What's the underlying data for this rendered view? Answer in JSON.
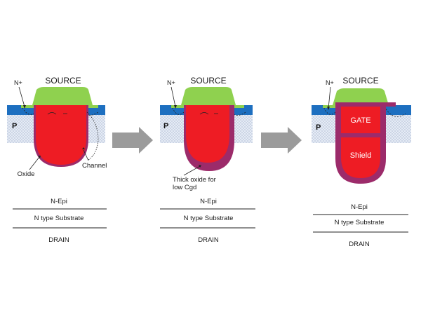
{
  "colors": {
    "source_metal": "#8fd14f",
    "gate_poly": "#ee1c24",
    "gate_outline": "#b1141c",
    "oxide": "#9c2b6a",
    "n_plus": "#1d6fc0",
    "p_body": "#dbe4f2",
    "arrow": "#9b9b9b",
    "line": "#222222"
  },
  "panels": [
    {
      "source_label": "SOURCE",
      "nplus_label": "N+",
      "body_label": "P",
      "callouts": [
        "Oxide",
        "Channel"
      ],
      "layers": [
        "N-Epi",
        "N type Substrate",
        "DRAIN"
      ]
    },
    {
      "source_label": "SOURCE",
      "nplus_label": "N+",
      "body_label": "P",
      "note_lines": [
        "Thick oxide for",
        "low Cgd"
      ],
      "layers": [
        "N-Epi",
        "N type Substrate",
        "DRAIN"
      ]
    },
    {
      "source_label": "SOURCE",
      "nplus_label": "N+",
      "body_label": "P",
      "gate_label": "GATE",
      "shield_label": "Shield",
      "layers": [
        "N-Epi",
        "N type Substrate",
        "DRAIN"
      ]
    }
  ]
}
